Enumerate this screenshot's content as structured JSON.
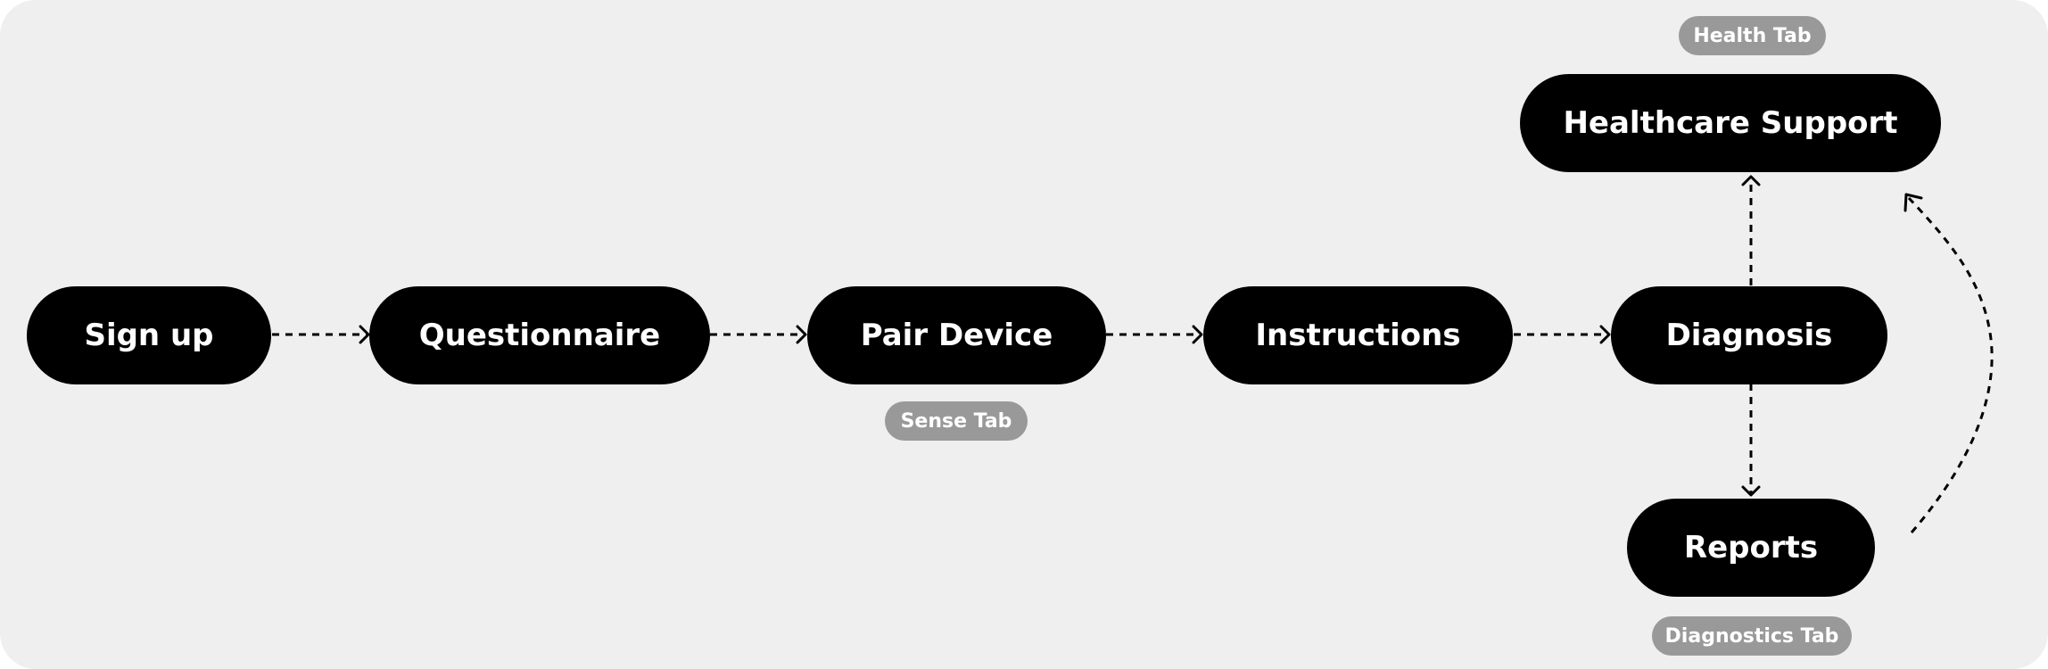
{
  "nodes": {
    "signup": "Sign up",
    "questionnaire": "Questionnaire",
    "pair_device": "Pair Device",
    "instructions": "Instructions",
    "diagnosis": "Diagnosis",
    "healthcare_support": "Healthcare Support",
    "reports": "Reports"
  },
  "tags": {
    "health_tab": "Health Tab",
    "sense_tab": "Sense Tab",
    "diagnostics_tab": "Diagnostics Tab"
  },
  "colors": {
    "canvas_background": "#efefef",
    "node_fill": "#000000",
    "node_text": "#ffffff",
    "tag_fill": "#999999",
    "tag_text": "#ffffff",
    "edge": "#000000"
  },
  "edges": [
    {
      "from": "signup",
      "to": "questionnaire",
      "style": "dashed"
    },
    {
      "from": "questionnaire",
      "to": "pair_device",
      "style": "dashed"
    },
    {
      "from": "pair_device",
      "to": "instructions",
      "style": "dashed"
    },
    {
      "from": "instructions",
      "to": "diagnosis",
      "style": "dashed"
    },
    {
      "from": "diagnosis",
      "to": "healthcare_support",
      "style": "dashed"
    },
    {
      "from": "diagnosis",
      "to": "reports",
      "style": "dashed"
    },
    {
      "from": "reports",
      "to": "healthcare_support",
      "style": "dashed-curved"
    }
  ]
}
